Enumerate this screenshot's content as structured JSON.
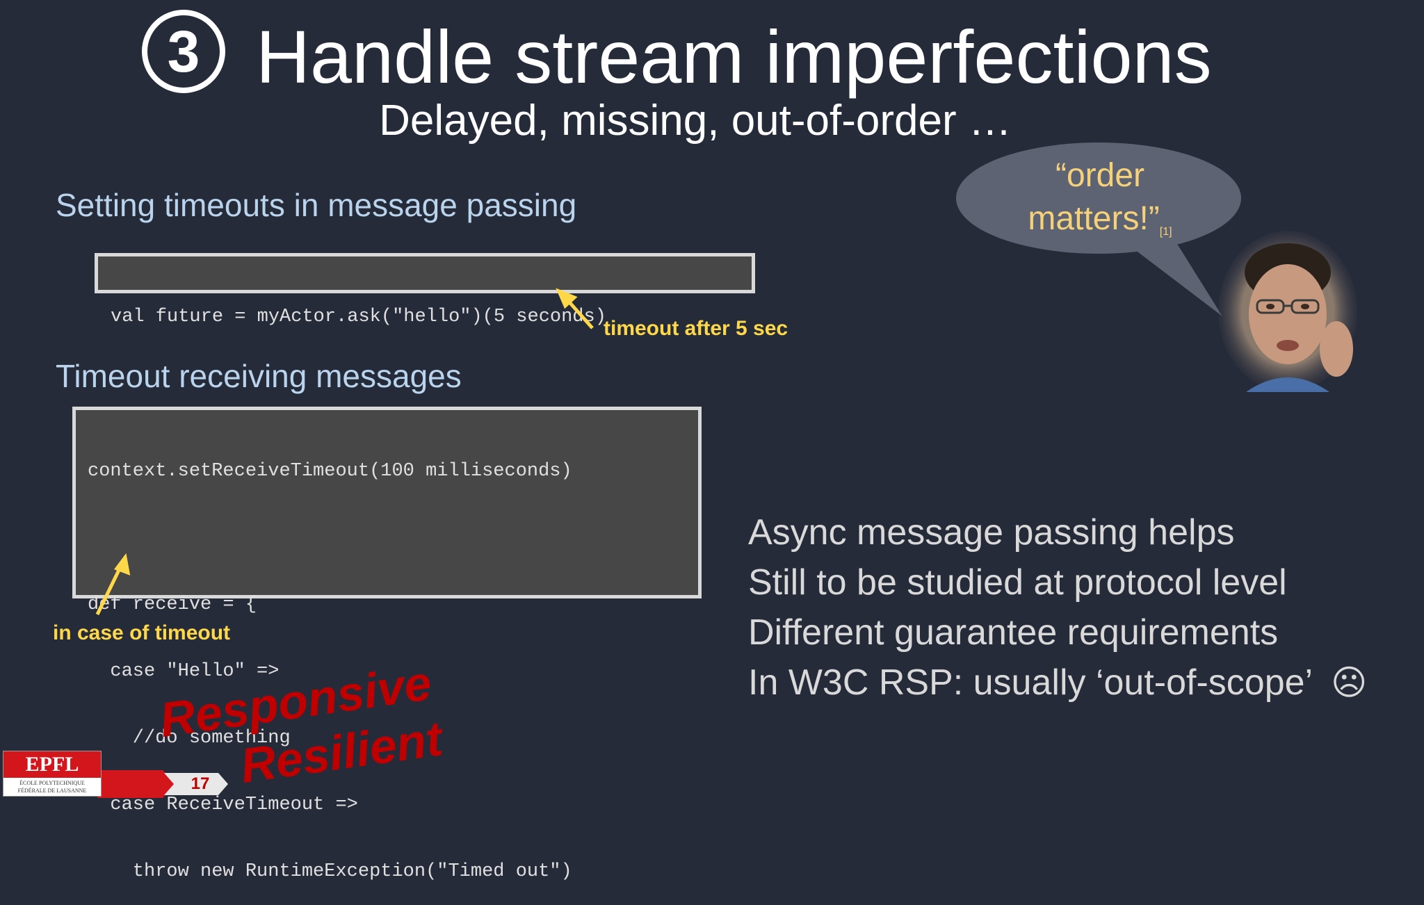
{
  "slide": {
    "number_badge": "3",
    "title": "Handle stream imperfections",
    "subtitle": "Delayed, missing, out-of-order …"
  },
  "section1": {
    "heading": "Setting timeouts in message passing",
    "code": "val future = myActor.ask(\"hello\")(5 seconds)",
    "annotation": "timeout after 5 sec"
  },
  "section2": {
    "heading": "Timeout receiving messages",
    "code_lines": [
      "context.setReceiveTimeout(100 milliseconds)",
      "",
      "def receive = {",
      "  case \"Hello\" =>",
      "    //do something",
      "  case ReceiveTimeout =>",
      "    throw new RuntimeException(\"Timed out\")"
    ],
    "annotation": "in case of timeout"
  },
  "quote": {
    "text_line1": "“order",
    "text_line2": "matters!”",
    "ref": "[1]"
  },
  "bullets": [
    "Async message passing helps",
    "Still to be studied at protocol level",
    "Different guarantee requirements",
    "In W3C RSP: usually ‘out-of-scope’"
  ],
  "frown_symbol": "☹",
  "stamp": {
    "line1": "Responsive",
    "line2": "Resilient"
  },
  "footer": {
    "logo_text": "EPFL",
    "logo_sub_line1": "ÉCOLE POLYTECHNIQUE",
    "logo_sub_line2": "FÉDÉRALE DE LAUSANNE",
    "page_number": "17"
  },
  "colors": {
    "background": "#262b3a",
    "heading": "#b9d4ec",
    "annotation": "#ffd84a",
    "quote": "#f5d17a",
    "stamp": "#c00000",
    "bubble": "#5d6373"
  }
}
